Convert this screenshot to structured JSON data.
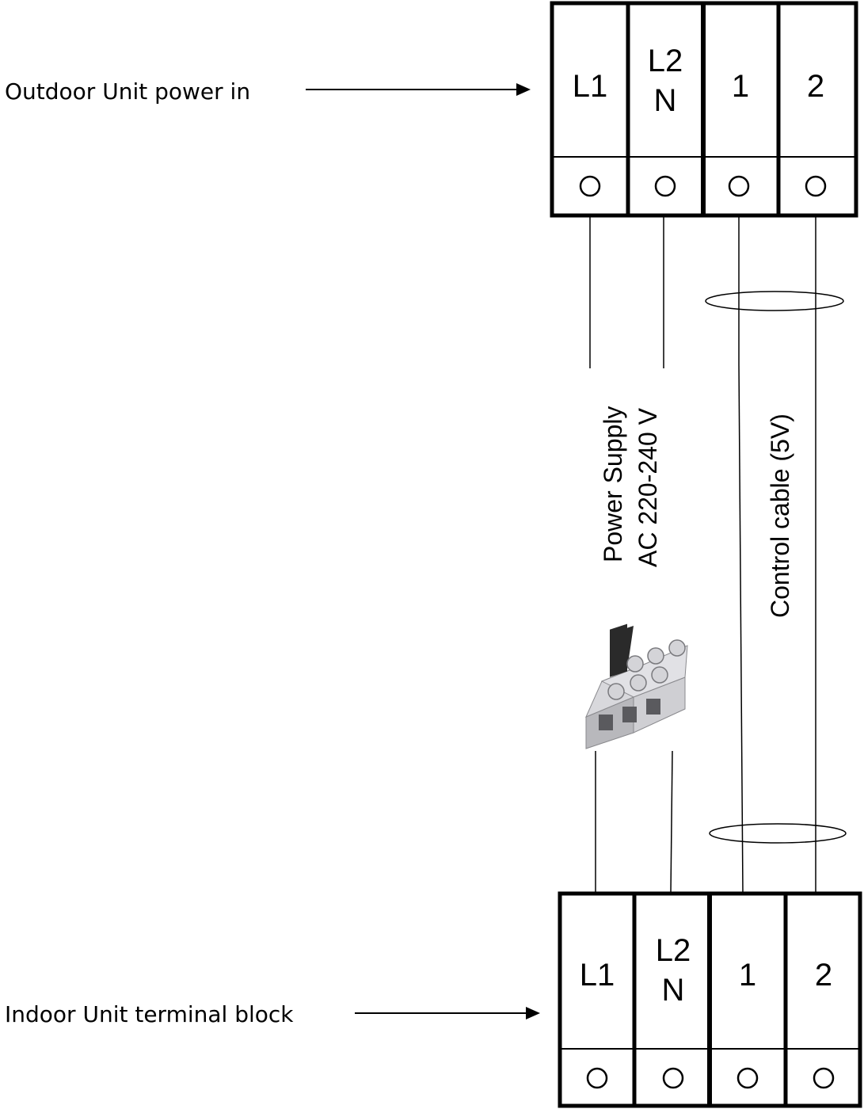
{
  "labels": {
    "outdoor": "Outdoor Unit power in",
    "indoor": "Indoor Unit terminal block",
    "power_line1": "Power Supply",
    "power_line2": "AC 220-240 V",
    "control": "Control cable (5V)"
  },
  "outdoor_block": {
    "terminals": [
      {
        "line1": "L1",
        "line2": ""
      },
      {
        "line1": "L2",
        "line2": "N"
      },
      {
        "line1": "1",
        "line2": ""
      },
      {
        "line1": "2",
        "line2": ""
      }
    ]
  },
  "indoor_block": {
    "terminals": [
      {
        "line1": "L1",
        "line2": ""
      },
      {
        "line1": "L2",
        "line2": "N"
      },
      {
        "line1": "1",
        "line2": ""
      },
      {
        "line1": "2",
        "line2": ""
      }
    ]
  },
  "colors": {
    "line": "#000000",
    "connector_body": "#c9c9cc",
    "connector_dark": "#2a2a2a"
  },
  "icons": {
    "connector": "terminal-connector-icon"
  }
}
